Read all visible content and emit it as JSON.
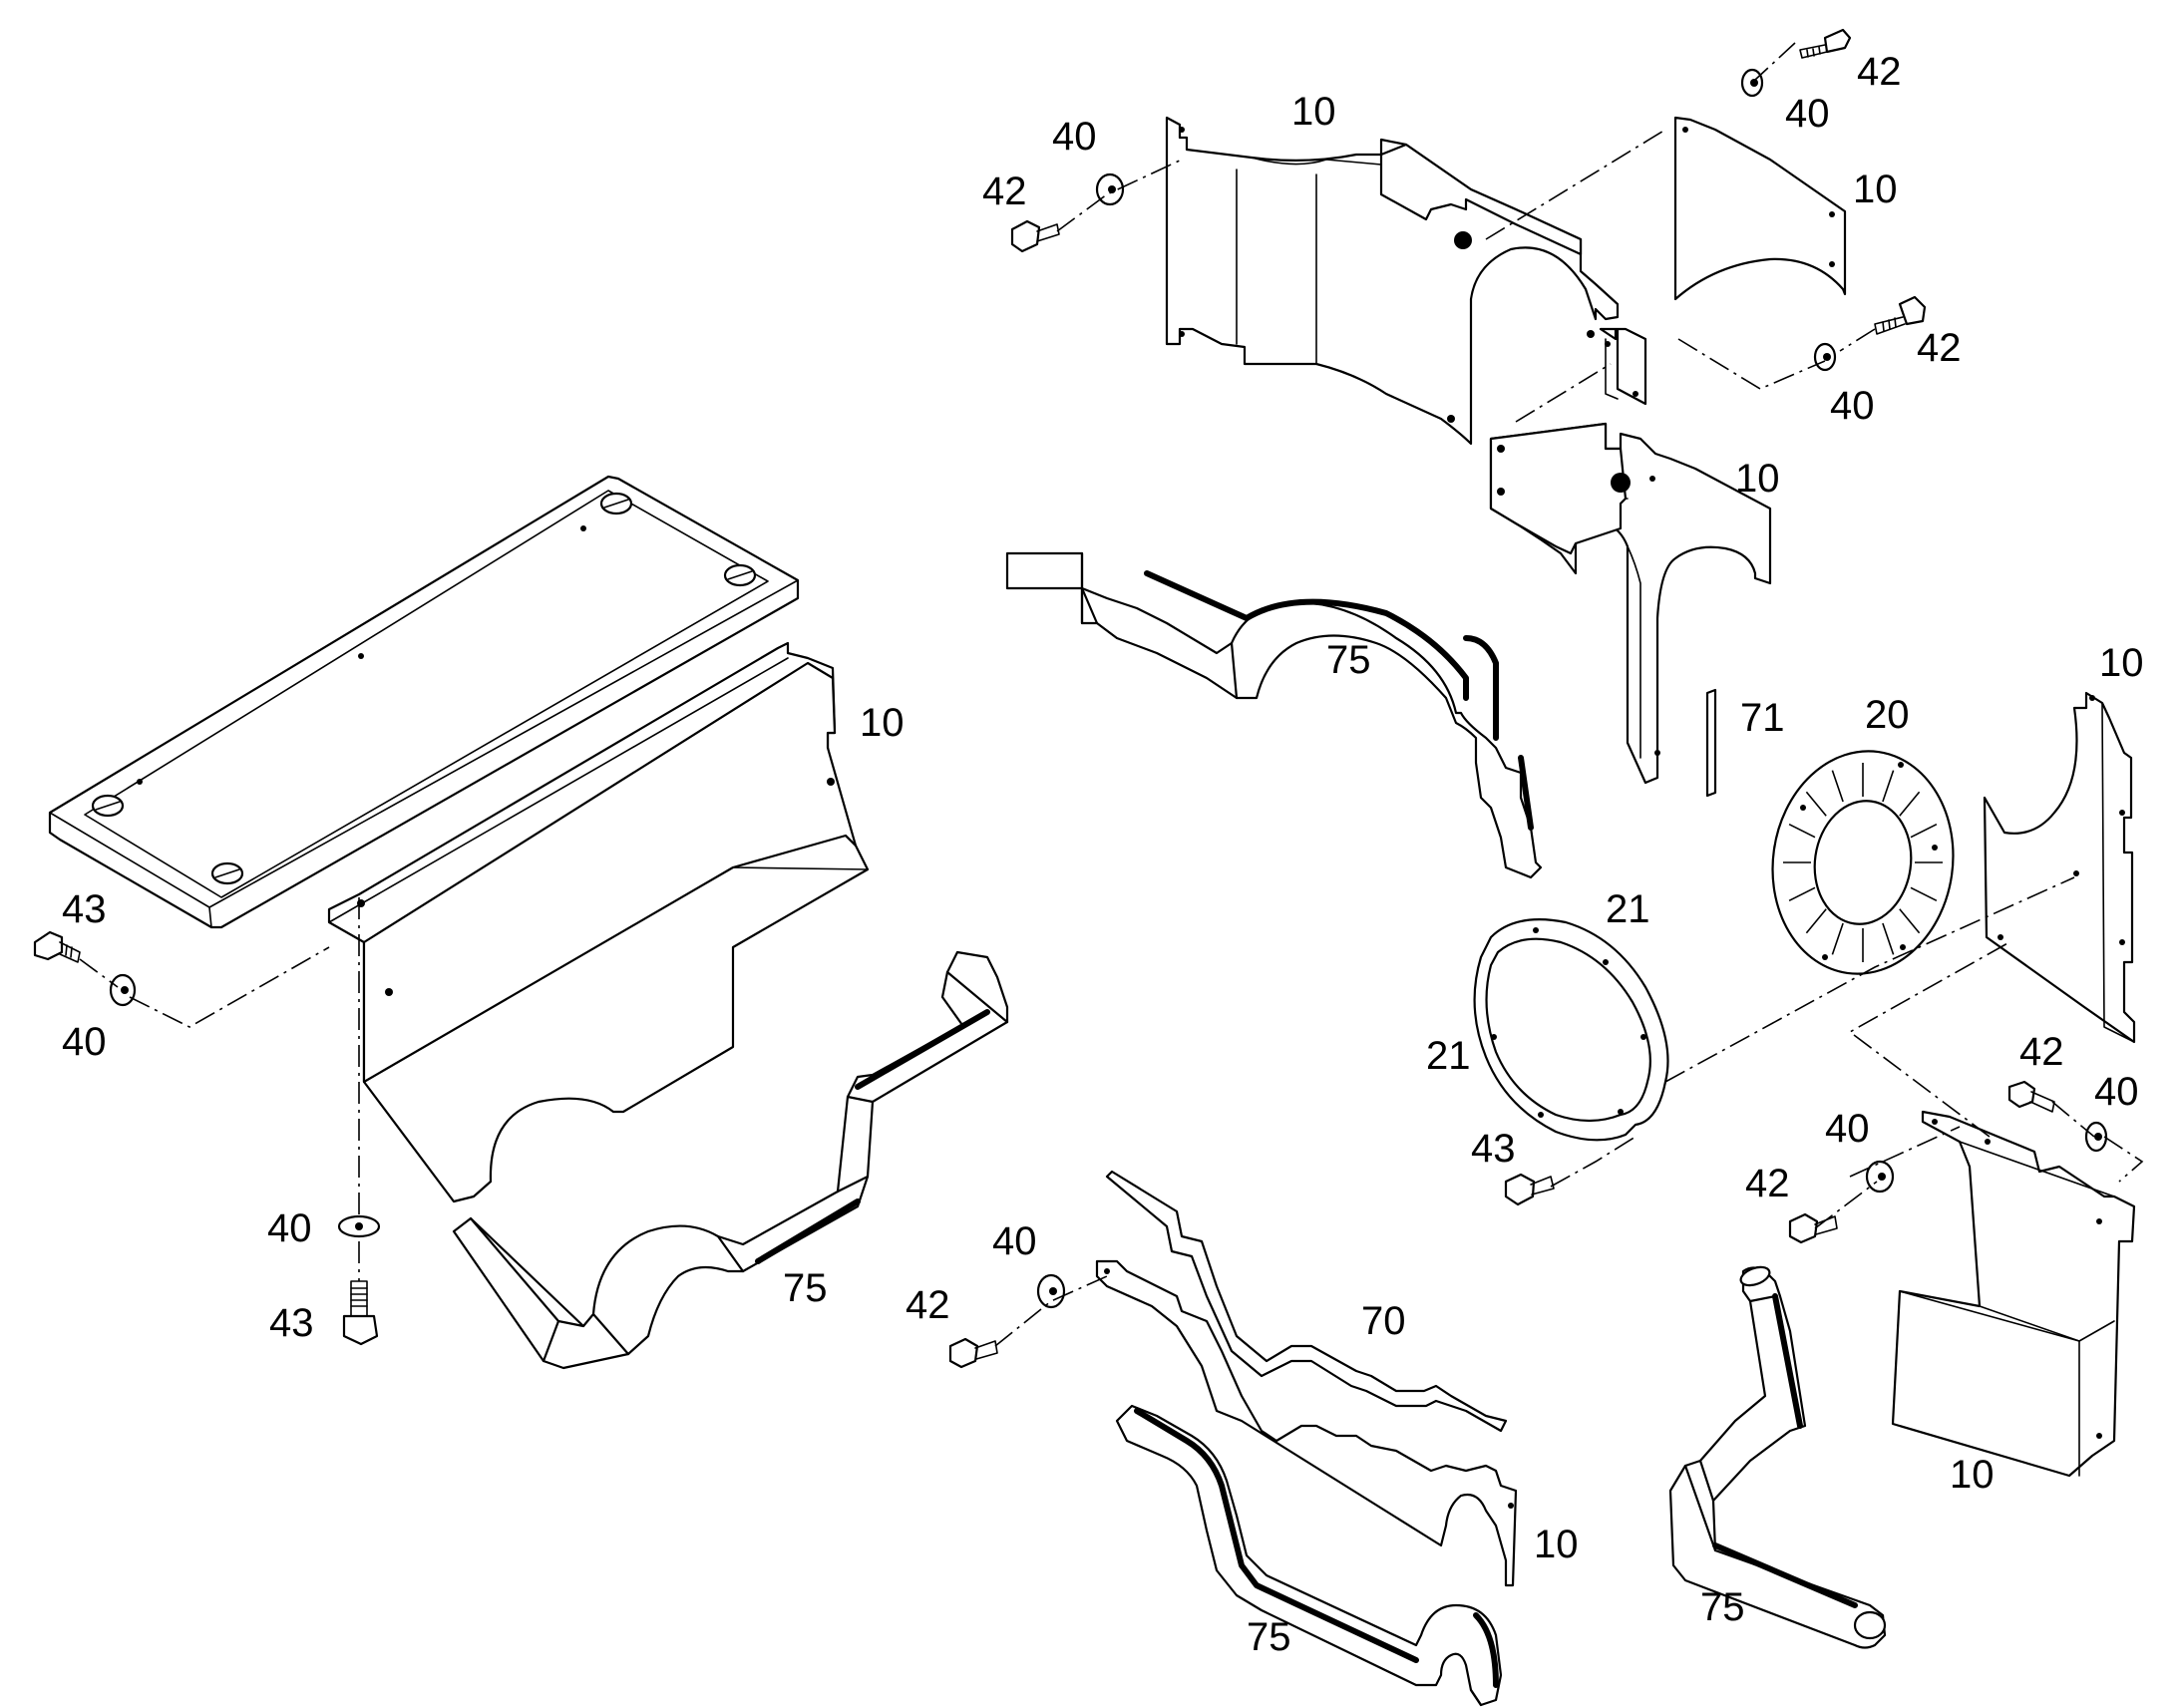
{
  "callouts": [
    {
      "id": "c-10-a",
      "label": "10"
    },
    {
      "id": "c-40-a",
      "label": "40"
    },
    {
      "id": "c-42-a",
      "label": "42"
    },
    {
      "id": "c-42-b",
      "label": "42"
    },
    {
      "id": "c-40-b",
      "label": "40"
    },
    {
      "id": "c-10-b",
      "label": "10"
    },
    {
      "id": "c-42-c",
      "label": "42"
    },
    {
      "id": "c-40-c",
      "label": "40"
    },
    {
      "id": "c-10-c",
      "label": "10"
    },
    {
      "id": "c-75-a",
      "label": "75"
    },
    {
      "id": "c-71",
      "label": "71"
    },
    {
      "id": "c-20",
      "label": "20"
    },
    {
      "id": "c-10-d",
      "label": "10"
    },
    {
      "id": "c-10-e",
      "label": "10"
    },
    {
      "id": "c-43-a",
      "label": "43"
    },
    {
      "id": "c-40-d",
      "label": "40"
    },
    {
      "id": "c-21-a",
      "label": "21"
    },
    {
      "id": "c-21-b",
      "label": "21"
    },
    {
      "id": "c-43-b",
      "label": "43"
    },
    {
      "id": "c-42-d",
      "label": "42"
    },
    {
      "id": "c-40-e",
      "label": "40"
    },
    {
      "id": "c-40-f",
      "label": "40"
    },
    {
      "id": "c-42-e",
      "label": "42"
    },
    {
      "id": "c-40-g",
      "label": "40"
    },
    {
      "id": "c-43-c",
      "label": "43"
    },
    {
      "id": "c-75-b",
      "label": "75"
    },
    {
      "id": "c-40-h",
      "label": "40"
    },
    {
      "id": "c-42-f",
      "label": "42"
    },
    {
      "id": "c-70",
      "label": "70"
    },
    {
      "id": "c-10-f",
      "label": "10"
    },
    {
      "id": "c-10-g",
      "label": "10"
    },
    {
      "id": "c-75-c",
      "label": "75"
    },
    {
      "id": "c-75-d",
      "label": "75"
    }
  ]
}
